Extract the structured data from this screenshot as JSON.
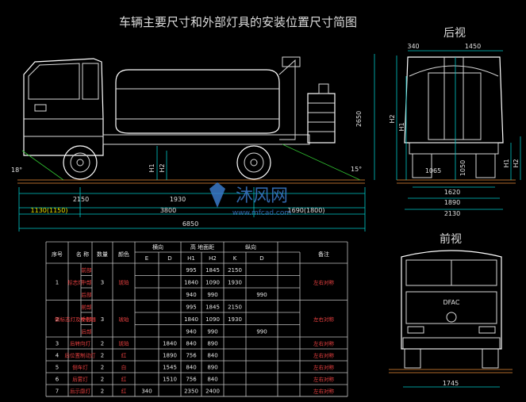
{
  "title": "车辆主要尺寸和外部灯具的安装位置尺寸简图",
  "views": {
    "rear": "后视",
    "front": "前视"
  },
  "side_dims": {
    "d2150": "2150",
    "d1930": "1930",
    "d1130": "1130(1150)",
    "d3800": "3800",
    "d1690": "1690(1800)",
    "d6850": "6850",
    "d2650": "2650",
    "angle_front": "18°",
    "angle_rear": "15°",
    "h1": "H1",
    "h2": "H2"
  },
  "rear_dims": {
    "d340": "340",
    "d1450": "1450",
    "d1065": "1065",
    "d1050": "1050",
    "d1620": "1620",
    "d1890": "1890",
    "d2130": "2130",
    "h1": "H1",
    "h2": "H2",
    "h1b": "H1",
    "h2b": "H2"
  },
  "front_dims": {
    "d1745": "1745",
    "badge": "DFAC"
  },
  "watermark": {
    "cn": "沐风网",
    "url": "www.mfcad.com"
  },
  "table": {
    "headers": {
      "no": "序号",
      "name": "名 称",
      "qty": "数量",
      "color": "颜色",
      "horiz": "横向",
      "height": "高 地面距",
      "long": "纵向",
      "note": "备注",
      "E": "E",
      "D": "D",
      "H1": "H1",
      "H2": "H2",
      "K": "K",
      "D2": "D"
    },
    "rows": [
      {
        "no": "1",
        "name": "标志灯",
        "sub": [
          "前部",
          "中部",
          "后部"
        ],
        "qty": "3",
        "color": "琥珀",
        "sublines": [
          {
            "H1": "995",
            "H2": "1845",
            "K": "2150",
            "D2": ""
          },
          {
            "H1": "1840",
            "H2": "1090",
            "K": "1930",
            "D2": ""
          },
          {
            "H1": "940",
            "H2": "990",
            "K": "",
            "D2": "990"
          }
        ],
        "note": "左右对称"
      },
      {
        "no": "2",
        "name": "侧标志灯及反射器",
        "sub": [
          "前部",
          "中部",
          "后部"
        ],
        "qty": "3",
        "color": "琥珀",
        "sublines": [
          {
            "H1": "995",
            "H2": "1845",
            "K": "2150",
            "D2": ""
          },
          {
            "H1": "1840",
            "H2": "1090",
            "K": "1930",
            "D2": ""
          },
          {
            "H1": "940",
            "H2": "990",
            "K": "",
            "D2": "990"
          }
        ],
        "note": "左右对称"
      },
      {
        "no": "3",
        "name": "后转向灯",
        "qty": "2",
        "color": "琥珀",
        "E": "",
        "D": "1840",
        "H1": "840",
        "H2": "890",
        "note": "左右对称"
      },
      {
        "no": "4",
        "name": "后位置制动灯",
        "qty": "2",
        "color": "红",
        "E": "",
        "D": "1890",
        "H1": "756",
        "H2": "840",
        "note": "左右对称"
      },
      {
        "no": "5",
        "name": "倒车灯",
        "qty": "2",
        "color": "白",
        "E": "",
        "D": "1545",
        "H1": "840",
        "H2": "890",
        "note": "左右对称"
      },
      {
        "no": "6",
        "name": "后雾灯",
        "qty": "2",
        "color": "红",
        "E": "",
        "D": "1510",
        "H1": "756",
        "H2": "840",
        "note": "左右对称"
      },
      {
        "no": "7",
        "name": "后示廓灯",
        "qty": "2",
        "color": "红",
        "E": "340",
        "D": "",
        "H1": "2350",
        "H2": "2400",
        "note": "左右对称"
      }
    ]
  }
}
